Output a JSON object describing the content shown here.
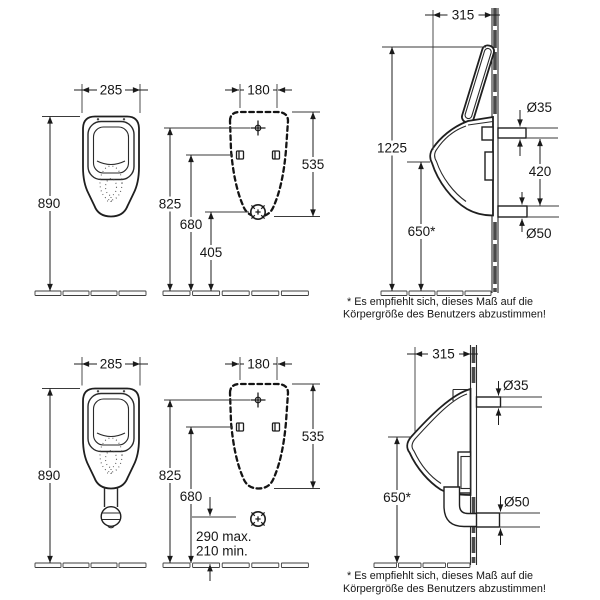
{
  "drawing_type": "urinal installation technical drawing",
  "colors": {
    "background": "#ffffff",
    "line": "#1f1f1f",
    "wall_tile": "#4a4a4a"
  },
  "views": {
    "front_top": {
      "width_mm": "285",
      "height_mm": "890"
    },
    "rear_top": {
      "width_mm": "180",
      "back_height_mm": "535",
      "inlet_height_mm": "825",
      "fixing_height_mm": "680",
      "drain_height_mm": "405"
    },
    "side_top": {
      "depth_mm": "315",
      "total_height_mm": "1225",
      "rim_height_mm": "650*",
      "inlet_diameter": "Ø35",
      "connection_spacing_mm": "420",
      "outlet_diameter": "Ø50"
    },
    "front_bottom": {
      "width_mm": "285",
      "height_mm": "890"
    },
    "rear_bottom": {
      "width_mm": "180",
      "back_height_mm": "535",
      "inlet_height_mm": "825",
      "fixing_height_mm": "680",
      "outlet_height_max": "290 max.",
      "outlet_height_min": "210 min."
    },
    "side_bottom": {
      "depth_mm": "315",
      "rim_height_mm": "650*",
      "inlet_diameter": "Ø35",
      "outlet_diameter": "Ø50"
    }
  },
  "footnote": {
    "line1": "* Es empfiehlt sich, dieses Maß auf die",
    "line2": "Körpergröße  des Benutzers abzustimmen!"
  }
}
